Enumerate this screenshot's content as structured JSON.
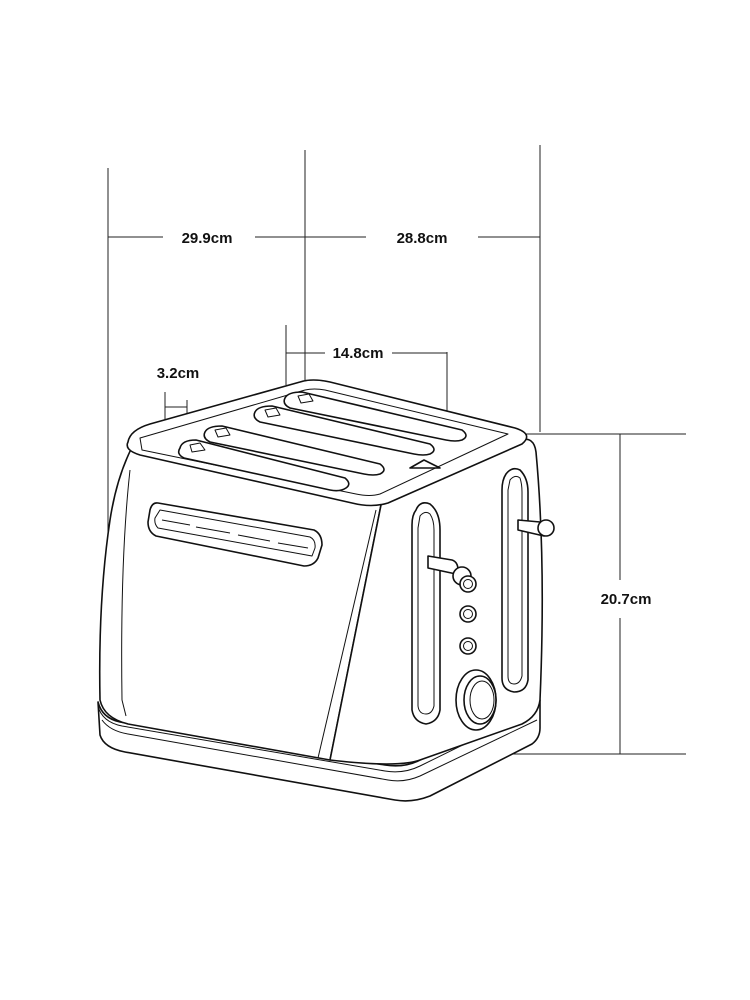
{
  "dimensions": {
    "total_width": "29.9cm",
    "depth": "28.8cm",
    "slot_length": "14.8cm",
    "slot_width": "3.2cm",
    "height": "20.7cm"
  },
  "colors": {
    "line": "#111111",
    "background": "#ffffff"
  }
}
